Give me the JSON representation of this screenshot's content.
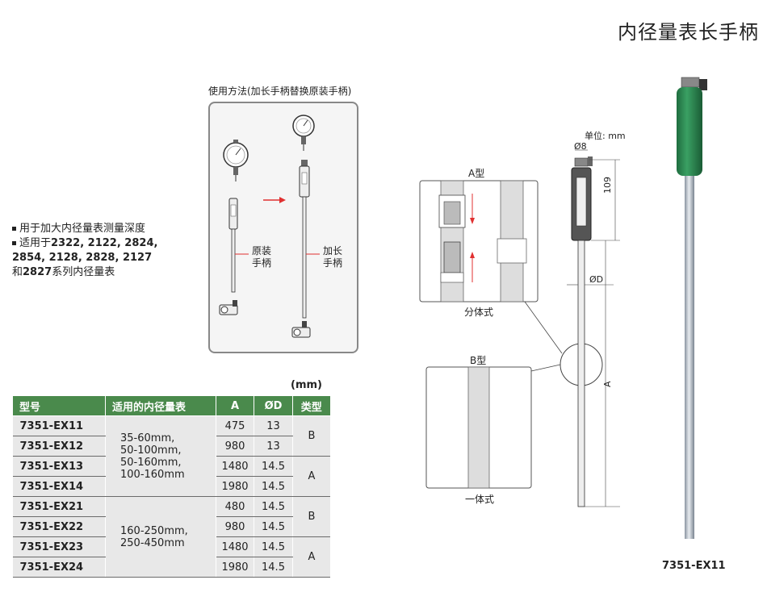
{
  "title": "内径量表长手柄",
  "usage": {
    "caption": "使用方法(加长手柄替换原装手柄)",
    "original_label_1": "原装",
    "original_label_2": "手柄",
    "extended_label_1": "加长",
    "extended_label_2": "手柄"
  },
  "features": {
    "line1": "用于加大内径量表测量深度",
    "line2_prefix": "适用于",
    "line2_models": "2322, 2122, 2824,",
    "line3_models": "2854, 2128, 2828, 2127",
    "line4_prefix": "和",
    "line4_model": "2827",
    "line4_suffix": "系列内径量表"
  },
  "table": {
    "unit": "(mm)",
    "headers": [
      "型号",
      "适用的内径量表",
      "A",
      "ØD",
      "类型"
    ],
    "rows": [
      {
        "model": "7351-EX11",
        "a": "475",
        "d": "13"
      },
      {
        "model": "7351-EX12",
        "a": "980",
        "d": "13"
      },
      {
        "model": "7351-EX13",
        "a": "1480",
        "d": "14.5"
      },
      {
        "model": "7351-EX14",
        "a": "1980",
        "d": "14.5"
      },
      {
        "model": "7351-EX21",
        "a": "480",
        "d": "14.5"
      },
      {
        "model": "7351-EX22",
        "a": "980",
        "d": "14.5"
      },
      {
        "model": "7351-EX23",
        "a": "1480",
        "d": "14.5"
      },
      {
        "model": "7351-EX24",
        "a": "1980",
        "d": "14.5"
      }
    ],
    "range_group1": [
      "35-60mm,",
      "50-100mm,",
      "50-160mm,",
      "100-160mm"
    ],
    "range_group2": [
      "160-250mm,",
      "250-450mm"
    ],
    "types": [
      "B",
      "A",
      "B",
      "A"
    ]
  },
  "drawing": {
    "unit_label": "单位: mm",
    "d8": "Ø8",
    "dim_109": "109",
    "dim_od": "ØD",
    "dim_a": "A",
    "type_a": "A型",
    "type_a_caption": "分体式",
    "type_b": "B型",
    "type_b_caption": "一体式"
  },
  "product_label": "7351-EX11",
  "colors": {
    "header_green": "#4a8a4c",
    "grip_green": "#2e8b57",
    "cell_gray": "#e8e8e8",
    "arrow_red": "#e03030"
  }
}
